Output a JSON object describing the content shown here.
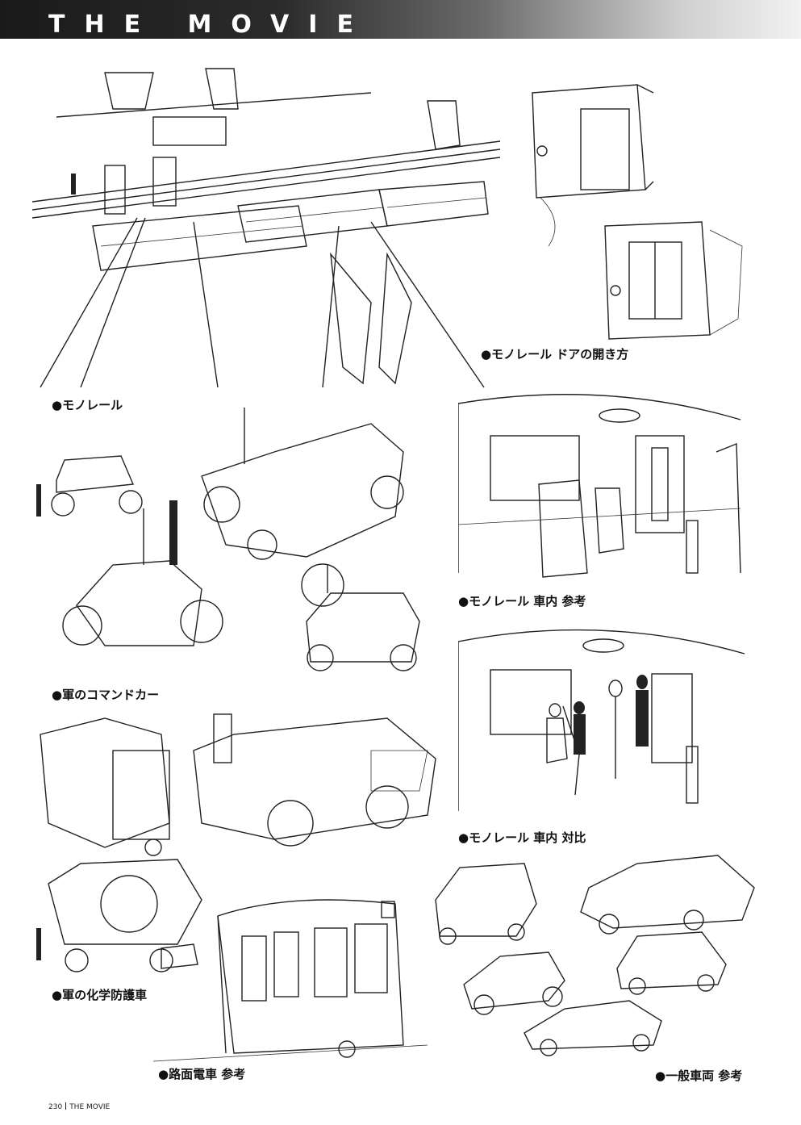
{
  "header": {
    "title": "THE MOVIE"
  },
  "captions": {
    "monorail": "●モノレール",
    "monorail_door": "●モノレール ドアの開き方",
    "command_car": "●軍のコマンドカー",
    "monorail_interior_ref": "●モノレール 車内 参考",
    "monorail_interior_compare": "●モノレール 車内 対比",
    "chem_vehicle": "●軍の化学防護車",
    "streetcar": "●路面電車 参考",
    "general_vehicles": "●一般車両 参考"
  },
  "footer": {
    "page_number": "230",
    "section": "THE MOVIE"
  }
}
